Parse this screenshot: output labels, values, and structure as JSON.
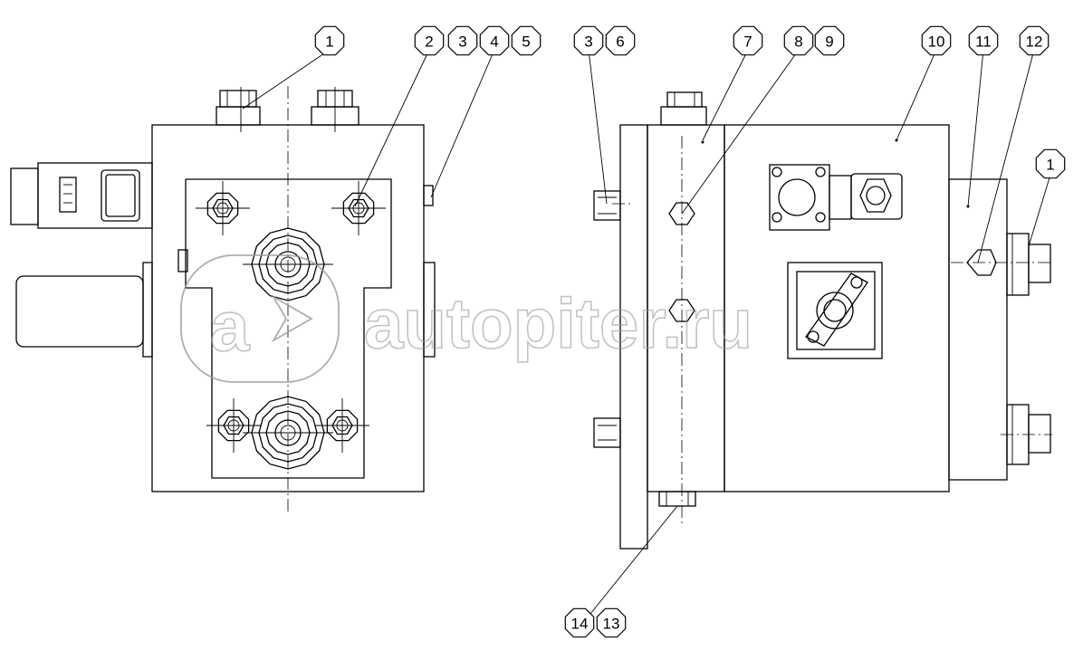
{
  "watermark": {
    "text": "autopiter.ru",
    "logo_letter": "a"
  },
  "callouts": {
    "c1a": "1",
    "c2": "2",
    "c3a": "3",
    "c4": "4",
    "c5": "5",
    "c3b": "3",
    "c6": "6",
    "c7": "7",
    "c8": "8",
    "c9": "9",
    "c10": "10",
    "c11": "11",
    "c12": "12",
    "c1b": "1",
    "c14": "14",
    "c13": "13"
  }
}
